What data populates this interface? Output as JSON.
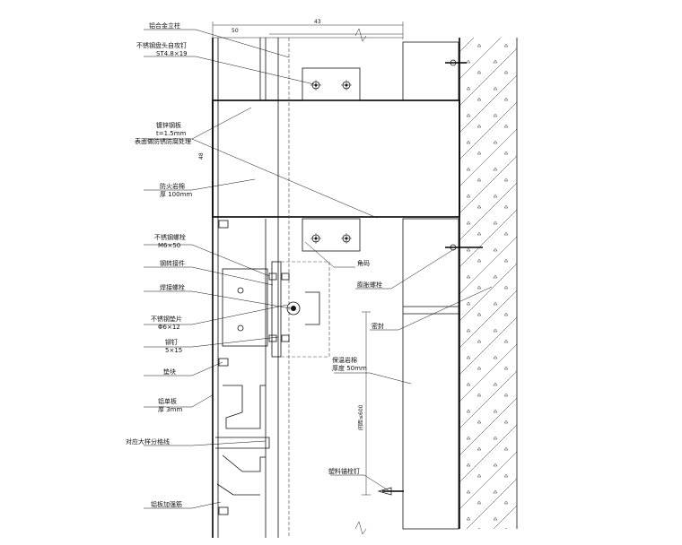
{
  "labels": {
    "composite_column": "铝合金立柱",
    "self_tapping_screw": "不锈钢盘头自攻钉",
    "self_tapping_spec": "ST4.8×19",
    "galvanized_plate": "镀锌钢板",
    "galvanized_plate_spec": "t=1.5mm",
    "anticorrosion": "表面做防锈防腐处理",
    "fire_insulation": "防火岩棉",
    "fire_insulation_spec": "厚 100mm",
    "stainless_bolt": "不锈钢螺栓",
    "stainless_bolt_spec": "M6×50",
    "steel_angle": "钢转接件",
    "weld_stud": "焊接螺栓",
    "stainless_washer": "不锈钢垫片",
    "washer_spec": "Φ6×12",
    "rivet": "铆钉",
    "rivet_spec": "5×15",
    "gasket": "垫块",
    "aluminum_sheet": "铝单板",
    "aluminum_sheet_spec": "厚 3mm",
    "pair_profile": "对应大样分格线",
    "sheet_edge": "铝板加强筋",
    "embed_part": "角码",
    "expansion_bolt": "膨胀螺栓",
    "sealant": "密封",
    "insulation_board": "保温岩棉",
    "insulation_board_spec": "厚度 50mm",
    "anchor_nail": "塑料锚栓钉"
  },
  "dimensions": {
    "top_dim_right": "43",
    "top_dim_left": "50",
    "left_dim": "48",
    "vertical_dim": "间距≤600"
  }
}
